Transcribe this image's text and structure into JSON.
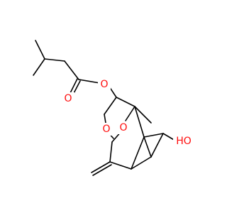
{
  "molecule": {
    "atoms": [
      {
        "id": "O_ester_carbonyl",
        "label": "O",
        "color": "#ff0d0d"
      },
      {
        "id": "O_ester_link",
        "label": "O",
        "color": "#ff0d0d"
      },
      {
        "id": "O_ring_a",
        "label": "O",
        "color": "#ff0d0d"
      },
      {
        "id": "O_ring_b",
        "label": "O",
        "color": "#ff0d0d"
      },
      {
        "id": "OH",
        "label": "HO",
        "color": "#ff0d0d"
      }
    ],
    "bond_color": "#000000",
    "heteroatom_color": "#ff0d0d"
  }
}
